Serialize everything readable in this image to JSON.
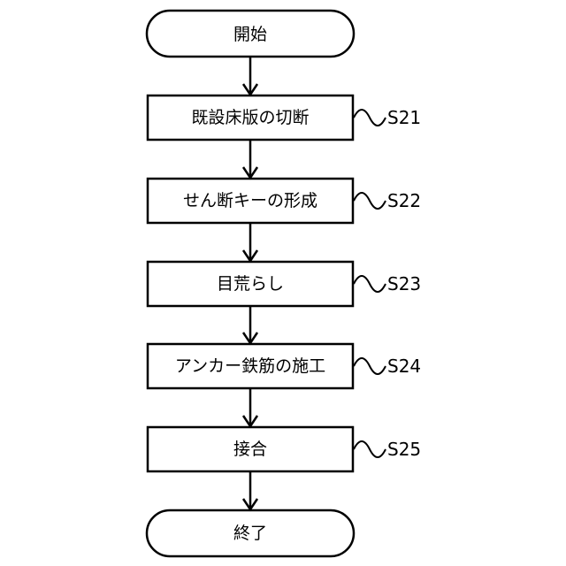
{
  "flowchart": {
    "start": {
      "label": "開始"
    },
    "steps": [
      {
        "label": "既設床版の切断",
        "code": "S21"
      },
      {
        "label": "せん断キーの形成",
        "code": "S22"
      },
      {
        "label": "目荒らし",
        "code": "S23"
      },
      {
        "label": "アンカー鉄筋の施工",
        "code": "S24"
      },
      {
        "label": "接合",
        "code": "S25"
      }
    ],
    "end": {
      "label": "終了"
    }
  }
}
